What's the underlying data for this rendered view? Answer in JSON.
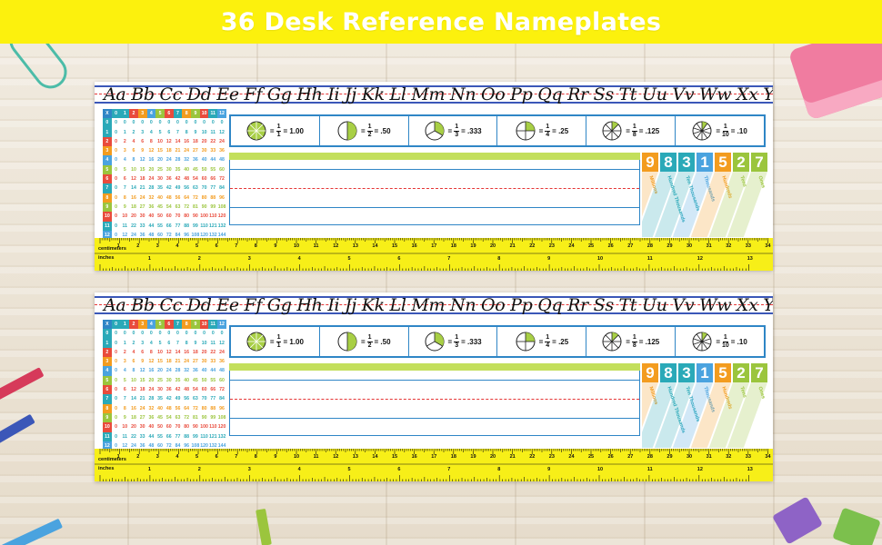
{
  "banner": {
    "title": "36 Desk Reference Nameplates"
  },
  "alphabet": "Aa Bb Cc Dd Ee Ff Gg Hh Ii Jj Kk Ll Mm Nn Oo Pp Qq Rr Ss Tt Uu Vv Ww Xx Yy Zz",
  "multiplication": {
    "corner": "X",
    "size": 12,
    "row_colors": [
      "#2aa9b8",
      "#2aa9b8",
      "#e94b3c",
      "#f39c1f",
      "#4aa3df",
      "#9bc53d",
      "#e94b3c",
      "#2aa9b8",
      "#f39c1f",
      "#9bc53d",
      "#e94b3c",
      "#2aa9b8",
      "#4aa3df"
    ]
  },
  "fractions": [
    {
      "num": "1",
      "den": "1",
      "value": ".00",
      "prefix": "1",
      "slices": 1
    },
    {
      "num": "1",
      "den": "2",
      "value": ".50",
      "prefix": "",
      "slices": 2
    },
    {
      "num": "1",
      "den": "3",
      "value": ".333",
      "prefix": "",
      "slices": 3
    },
    {
      "num": "1",
      "den": "4",
      "value": ".25",
      "prefix": "",
      "slices": 4
    },
    {
      "num": "1",
      "den": "8",
      "value": ".125",
      "prefix": "",
      "slices": 8
    },
    {
      "num": "1",
      "den": "10",
      "value": ".10",
      "prefix": "",
      "slices": 10
    }
  ],
  "place_value": {
    "digits": [
      "9",
      "8",
      "3",
      "1",
      "5",
      "2",
      "7"
    ],
    "colors": [
      "#f39c1f",
      "#2aa9b8",
      "#2aa9b8",
      "#4aa3df",
      "#f39c1f",
      "#9bc53d",
      "#9bc53d"
    ],
    "labels": [
      "Millions",
      "Hundred Thousands",
      "Ten Thousands",
      "Thousands",
      "Hundreds",
      "Tens",
      "Ones"
    ]
  },
  "ruler": {
    "cm_label": "centimeters",
    "in_label": "inches",
    "cm_max": 34,
    "in_max": 13
  },
  "colors": {
    "banner": "#fcf10d",
    "accent_blue": "#2f86c6",
    "accent_green": "#c3df5c",
    "ruler": "#f7ef18"
  }
}
